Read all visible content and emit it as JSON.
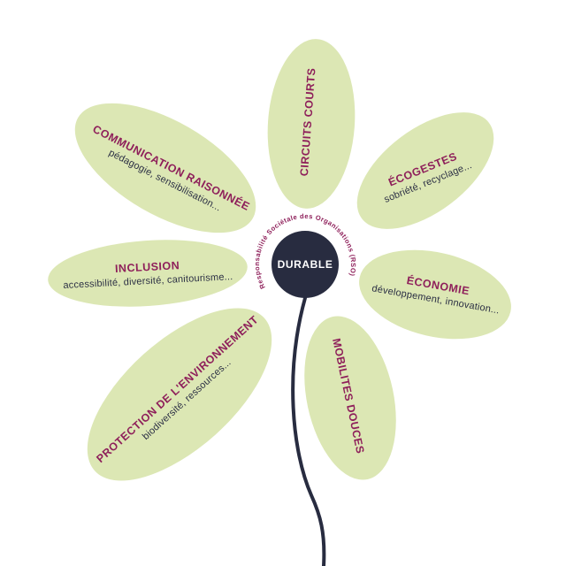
{
  "center": {
    "label": "DURABLE",
    "arc_text": "Responsabilité Sociétale des Organisations (RSO)"
  },
  "colors": {
    "petal": "#dce7b4",
    "title": "#8e1f5a",
    "subtitle": "#2b2f44",
    "center_bg": "#282c40",
    "center_text": "#ffffff"
  },
  "petals": [
    {
      "id": "circuits-courts",
      "title": "CIRCUITS COURTS",
      "subtitle": ""
    },
    {
      "id": "ecogestes",
      "title": "ÉCOGESTES",
      "subtitle": "sobriété, recyclage..."
    },
    {
      "id": "economie",
      "title": "ÉCONOMIE",
      "subtitle": "développement, innovation..."
    },
    {
      "id": "mobilites-douces",
      "title": "MOBILITES DOUCES",
      "subtitle": ""
    },
    {
      "id": "protection-environnement",
      "title": "PROTECTION DE L'ENVIRONNEMENT",
      "subtitle": "biodiversité, ressources..."
    },
    {
      "id": "inclusion",
      "title": "INCLUSION",
      "subtitle": "accessibilité, diversité, canitourisme..."
    },
    {
      "id": "communication-raisonnee",
      "title": "COMMUNICATION RAISONNÉE",
      "subtitle": "pédagogie, sensibilisation..."
    }
  ]
}
